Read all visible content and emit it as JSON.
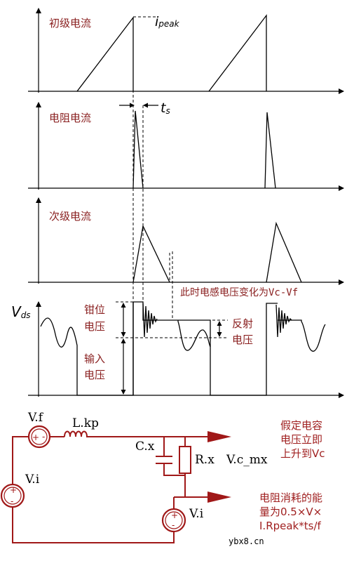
{
  "waveforms": {
    "primary_current_label": "初级电流",
    "peak_label_main": "i",
    "peak_label_sub": "peak",
    "resistor_current_label": "电阻电流",
    "ts_main": "t",
    "ts_sub": "s",
    "secondary_current_label": "次级电流",
    "inductor_note": "此时电感电压变化为Vc-Vf",
    "vds_main": "V",
    "vds_sub": "ds",
    "clamp_voltage_label": [
      "钳位",
      "电压"
    ],
    "reflected_voltage_label": [
      "反射",
      "电压"
    ],
    "input_voltage_label": [
      "输入",
      "电压"
    ]
  },
  "circuit": {
    "vf_label": "V.f",
    "lkp_label": "L.kp",
    "cx_label": "C.x",
    "rx_label": "R.x",
    "vcmx_label": "V.c_mx",
    "vi_left_label": "V.i",
    "vi_right_label": "V.i",
    "note_top": [
      "假定电容",
      "电压立即",
      "上升到Vc"
    ],
    "note_bottom": [
      "电阻消耗的能",
      "量为0.5×V×",
      "I.Rpeak*ts/f"
    ]
  },
  "watermark": "ybx8.cn"
}
